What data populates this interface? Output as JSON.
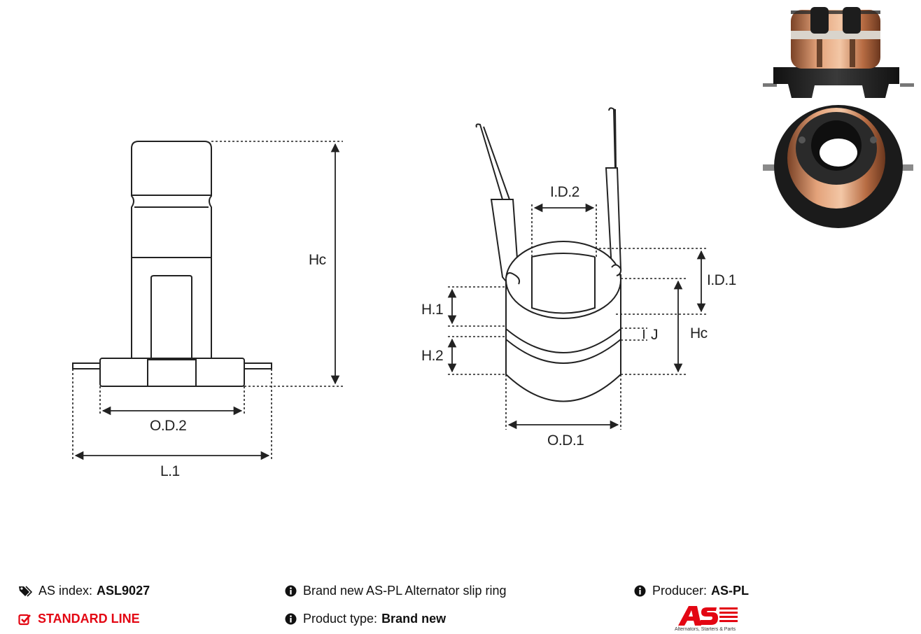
{
  "labels": {
    "left_height": "Hc",
    "left_od2": "O.D.2",
    "left_l1": "L.1",
    "id2": "I.D.2",
    "id1": "I.D.1",
    "h1": "H.1",
    "h2": "H.2",
    "j": "J",
    "right_height": "Hc",
    "od1": "O.D.1"
  },
  "info": {
    "as_index_label": "AS index:",
    "as_index_value": "ASL9027",
    "line": "STANDARD LINE",
    "description": "Brand new AS-PL Alternator slip ring",
    "product_type_label": "Product type:",
    "product_type_value": "Brand new",
    "producer_label": "Producer:",
    "producer_value": "AS-PL"
  },
  "logo": {
    "text": "AS",
    "tagline": "Alternators, Starters & Parts"
  },
  "icons": {
    "tag": "tag-icon",
    "check": "checkbox-icon",
    "info": "info-icon"
  },
  "colors": {
    "accent": "#e30613",
    "copper": "#c8825a",
    "line": "#222222"
  }
}
